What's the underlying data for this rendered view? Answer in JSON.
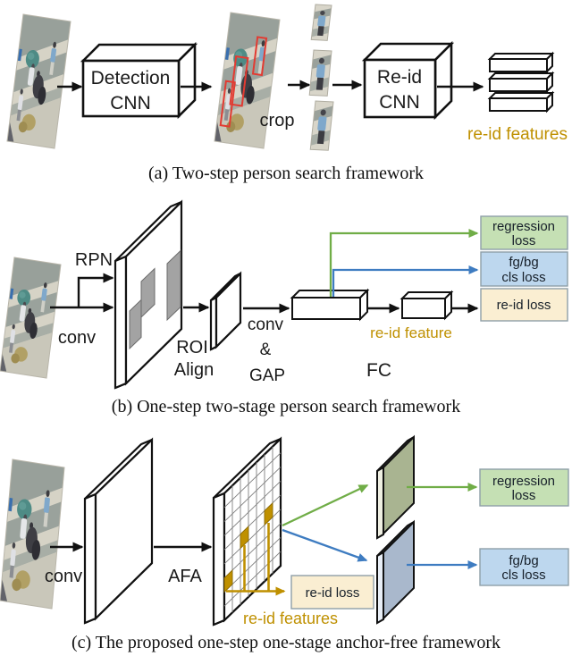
{
  "panel_a": {
    "detection_cnn_line1": "Detection",
    "detection_cnn_line2": "CNN",
    "crop_label": "crop",
    "reid_cnn_line1": "Re-id",
    "reid_cnn_line2": "CNN",
    "reid_features_label": "re-id features",
    "caption": "(a) Two-step person search framework"
  },
  "panel_b": {
    "rpn_label": "RPN",
    "conv_label": "conv",
    "roi_align_line1": "ROI",
    "roi_align_line2": "Align",
    "conv_gap_line1": "conv",
    "conv_gap_line2": "&",
    "conv_gap_line3": "GAP",
    "fc_label": "FC",
    "reid_feature_label": "re-id feature",
    "regression_loss_line1": "regression",
    "regression_loss_line2": "loss",
    "fgbg_loss_line1": "fg/bg",
    "fgbg_loss_line2": "cls loss",
    "reid_loss_label": "re-id loss",
    "caption": "(b) One-step two-stage person search framework"
  },
  "panel_c": {
    "conv_label": "conv",
    "afa_label": "AFA",
    "reid_loss_label": "re-id loss",
    "reid_features_label": "re-id features",
    "regression_loss_line1": "regression",
    "regression_loss_line2": "loss",
    "fgbg_loss_line1": "fg/bg",
    "fgbg_loss_line2": "cls loss",
    "caption": "(c) The proposed one-step one-stage anchor-free framework"
  },
  "colors": {
    "reid_gold": "#BF9000",
    "green": "#70AD47",
    "blue": "#3E7CC1",
    "loss_green_fill": "#C5E0B4",
    "loss_blue_fill": "#BDD7EE",
    "loss_cream_fill": "#FAEED2",
    "map_green_fill": "#A9B491",
    "map_blue_fill": "#A9B8CC",
    "proposal_gray": "#A3A3A3",
    "detection_red": "#E23B32"
  }
}
